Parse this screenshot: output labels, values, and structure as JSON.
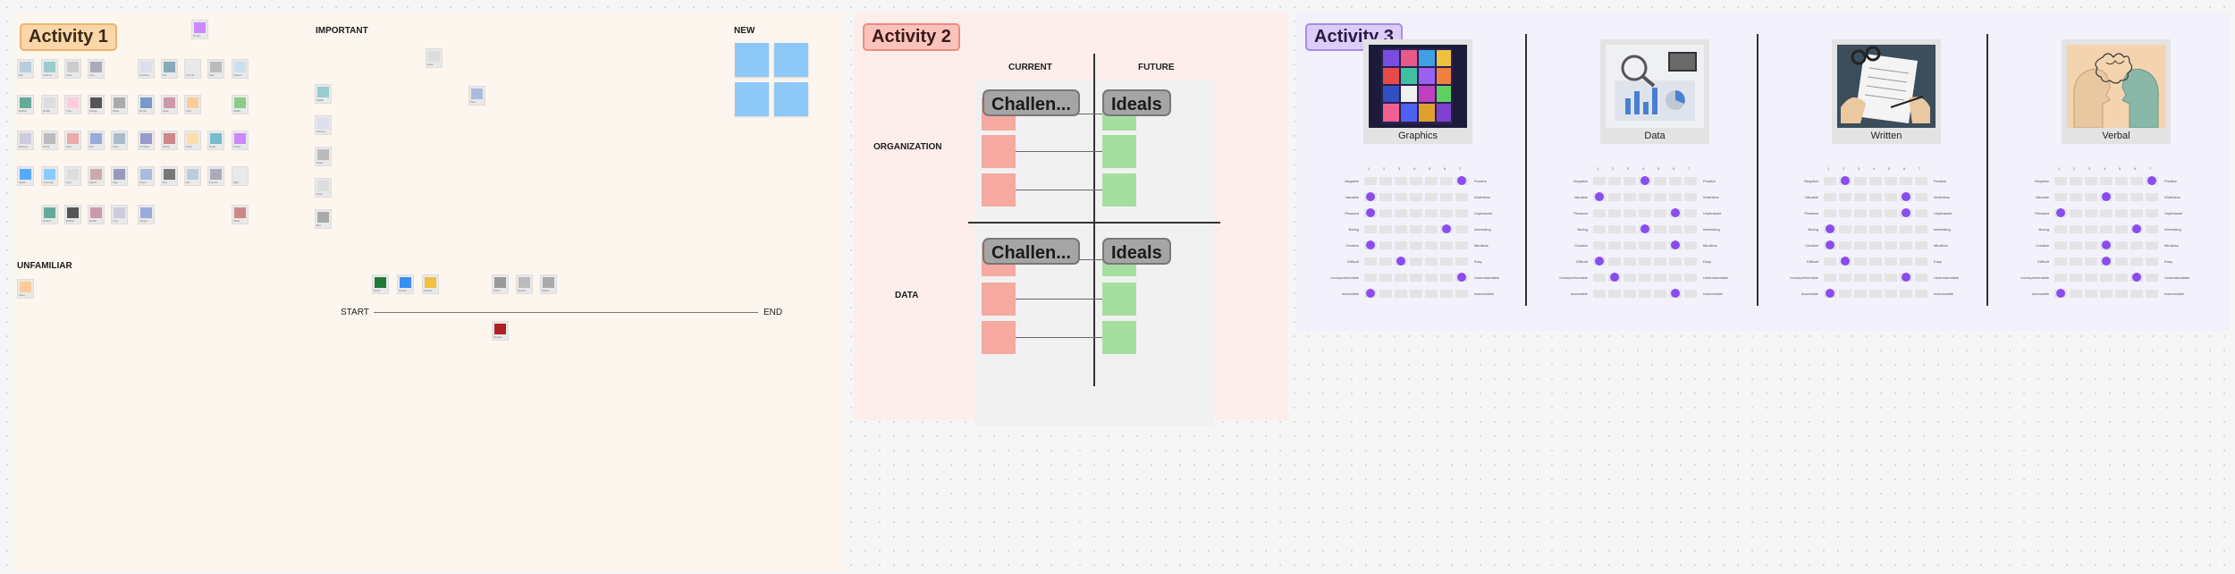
{
  "activity1": {
    "tag": "Activity 1",
    "labels": {
      "important": "IMPORTANT",
      "new": "NEW",
      "unfamiliar": "UNFAMILIAR",
      "start": "START",
      "end": "END"
    },
    "colors": {
      "background": "#fdf6ef",
      "tag": "#fbd6a8",
      "sticky": "#8ec8f8"
    },
    "card_captions": [
      "Bar",
      "Column",
      "Area",
      "Line",
      "Stacked",
      "Pie",
      "Funnel",
      "Map",
      "Scatter",
      "Bubble",
      "Radar",
      "Tree",
      "Gauge",
      "Table",
      "Donut",
      "Heat",
      "Flow",
      "Waffle",
      "Sankey",
      "Word",
      "Histo",
      "Box",
      "Venn",
      "Timeline",
      "Gantt",
      "Polar",
      "Node",
      "Chord",
      "Spark",
      "Treemap",
      "Icon",
      "Matrix",
      "Step",
      "Slope",
      "Dot"
    ],
    "timeline_captions": [
      "Excel",
      "Canva",
      "Sheets",
      "Photo",
      "Sketch",
      "Tablet",
      "Mosaic"
    ]
  },
  "activity2": {
    "tag": "Activity 2",
    "columns": {
      "current": "CURRENT",
      "future": "FUTURE"
    },
    "rows": {
      "organization": "ORGANIZATION",
      "data": "DATA"
    },
    "bubbles": {
      "challenges_top": "Challen...",
      "ideals_top": "Ideals",
      "challenges_bottom": "Challen...",
      "ideals_bottom": "Ideals"
    },
    "colors": {
      "background": "#fdeeec",
      "tag": "#fbc3bd",
      "challenge_note": "#f6a9a0",
      "ideal_note": "#a5dfa0"
    }
  },
  "activity3": {
    "tag": "Activity 3",
    "colors": {
      "background": "#f3f1fb",
      "tag": "#dccdf8",
      "dot": "#8a4cf0"
    },
    "scale": [
      "1",
      "2",
      "3",
      "4",
      "5",
      "6",
      "7"
    ],
    "rows": [
      {
        "left": "Negative",
        "right": "Positive"
      },
      {
        "left": "Valuable",
        "right": "Worthless"
      },
      {
        "left": "Pleasant",
        "right": "Unpleasant"
      },
      {
        "left": "Boring",
        "right": "Interesting"
      },
      {
        "left": "Creative",
        "right": "Mindless"
      },
      {
        "left": "Difficult",
        "right": "Easy"
      },
      {
        "left": "Incomprehensible",
        "right": "Understandable"
      },
      {
        "left": "Accessible",
        "right": "Inaccessible"
      }
    ],
    "groups": [
      {
        "name": "Graphics",
        "ratings": [
          7,
          1,
          1,
          6,
          1,
          3,
          7,
          1
        ]
      },
      {
        "name": "Data",
        "ratings": [
          4,
          1,
          6,
          4,
          6,
          1,
          2,
          6
        ]
      },
      {
        "name": "Written",
        "ratings": [
          2,
          6,
          6,
          1,
          1,
          2,
          6,
          1
        ]
      },
      {
        "name": "Verbal",
        "ratings": [
          7,
          4,
          1,
          6,
          4,
          4,
          6,
          1
        ]
      }
    ]
  }
}
